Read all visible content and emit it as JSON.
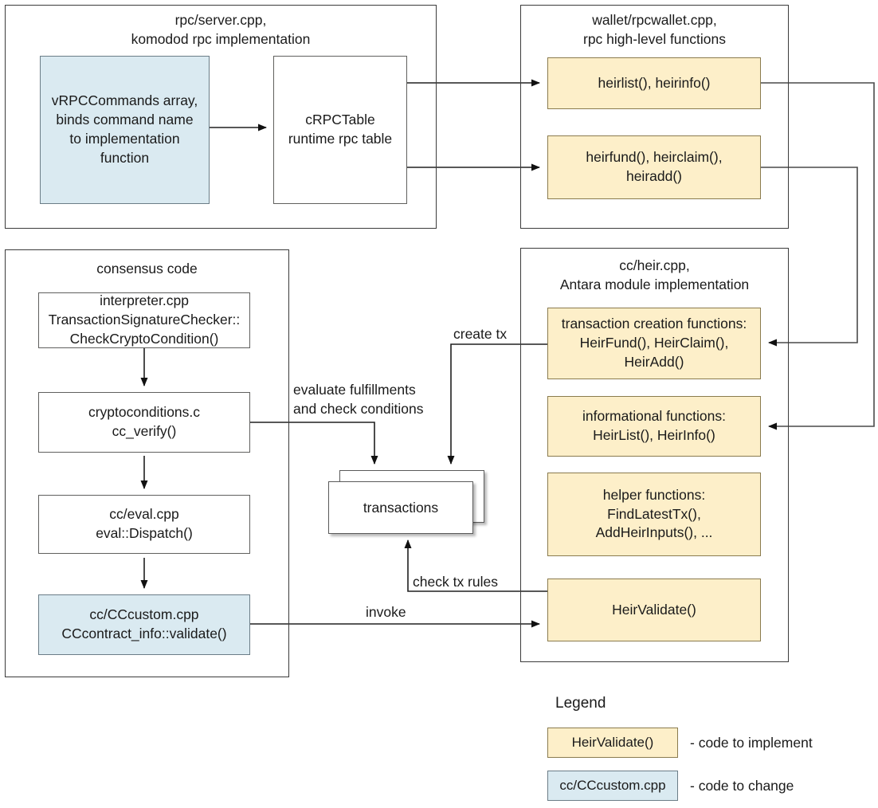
{
  "diagram": {
    "title_hidden": "",
    "panels": [
      {
        "id": "rpc_server",
        "title": "rpc/server.cpp,\nkomodod rpc implementation"
      },
      {
        "id": "rpcwallet",
        "title": "wallet/rpcwallet.cpp,\nrpc high-level functions"
      },
      {
        "id": "consensus",
        "title": "consensus code"
      },
      {
        "id": "heir",
        "title": "cc/heir.cpp,\nAntara module implementation"
      }
    ],
    "nodes": {
      "vrpccommands": "vRPCCommands array,\nbinds command name\nto implementation\nfunction",
      "crpctable": "cRPCTable\nruntime rpc table",
      "heirlist_info": "heirlist(), heirinfo()",
      "heirfund_claim_add": "heirfund(), heirclaim(),\nheiradd()",
      "interpreter": "interpreter.cpp\nTransactionSignatureChecker::\nCheckCryptoCondition()",
      "cryptoconditions": "cryptoconditions.c\ncc_verify()",
      "cc_eval": "cc/eval.cpp\neval::Dispatch()",
      "cccustom": "cc/CCcustom.cpp\nCCcontract_info::validate()",
      "transactions": "transactions",
      "tx_creation": "transaction creation functions:\nHeirFund(), HeirClaim(),\nHeirAdd()",
      "informational": "informational functions:\nHeirList(), HeirInfo()",
      "helpers": "helper functions:\nFindLatestTx(),\nAddHeirInputs(), ...",
      "heirvalidate": "HeirValidate()"
    },
    "edge_labels": {
      "create_tx": "create tx",
      "evaluate": "evaluate fulfillments\nand check conditions",
      "check_tx_rules": "check tx rules",
      "invoke": "invoke"
    },
    "legend": {
      "title": "Legend",
      "items": [
        {
          "swatch": "HeirValidate()",
          "text": "- code to implement",
          "style": "yellow"
        },
        {
          "swatch": "cc/CCcustom.cpp",
          "text": "- code to change",
          "style": "blue"
        }
      ]
    },
    "colors": {
      "implement_fill": "#fdefc9",
      "implement_stroke": "#8a7b4e",
      "change_fill": "#daeaf1",
      "change_stroke": "#6b7d87",
      "plain_fill": "#ffffff",
      "plain_stroke": "#60605e",
      "panel_stroke": "#3b3b3b",
      "wire": "#4a4a4a"
    }
  }
}
